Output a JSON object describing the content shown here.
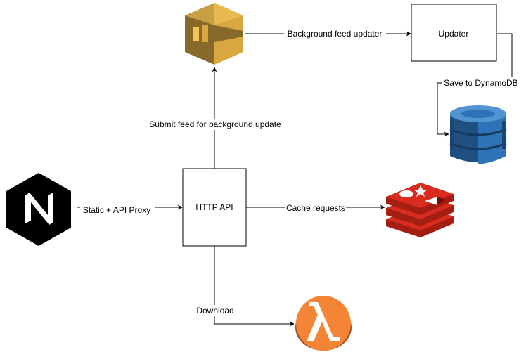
{
  "nodes": {
    "updater": {
      "label": "Updater"
    },
    "http_api": {
      "label": "HTTP API"
    },
    "sqs": {
      "icon": "amazon-sqs-icon"
    },
    "dynamodb": {
      "icon": "amazon-dynamodb-icon"
    },
    "nginx": {
      "icon": "nginx-icon",
      "letter": "N"
    },
    "redis": {
      "icon": "redis-icon"
    },
    "lambda": {
      "icon": "aws-lambda-icon"
    }
  },
  "edges": {
    "background_feed_updater": "Background feed updater",
    "save_to_dynamodb": "Save to DynamoDB",
    "submit_feed": "Submit feed for background update",
    "static_api_proxy": "Static + API Proxy",
    "cache_requests": "Cache requests",
    "download": "Download"
  },
  "colors": {
    "sqs_gold": "#D9A741",
    "sqs_dark": "#876929",
    "dynamodb_blue": "#2E73B8",
    "dynamodb_dark": "#205081",
    "redis_red": "#D82C20",
    "redis_dark": "#A41E11",
    "lambda_orange": "#F58536",
    "nginx_black": "#000000"
  }
}
